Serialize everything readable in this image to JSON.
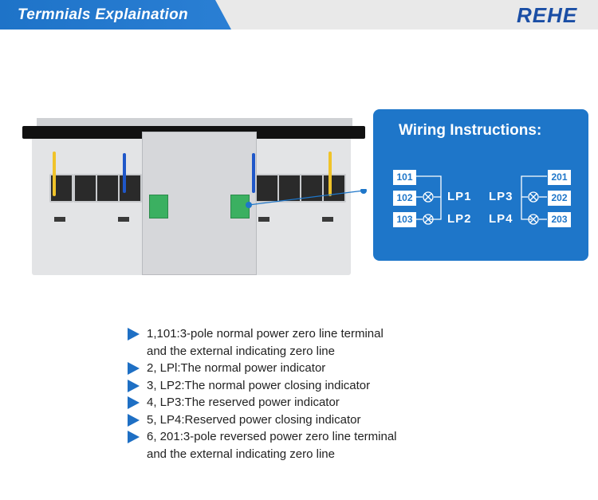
{
  "header": {
    "title": "Termnials Explaination",
    "logo": "REHE"
  },
  "wiring": {
    "title": "Wiring Instructions:",
    "left_terminals": [
      "101",
      "102",
      "103"
    ],
    "right_terminals": [
      "201",
      "202",
      "203"
    ],
    "lamps": [
      "LP1",
      "LP2",
      "LP3",
      "LP4"
    ]
  },
  "list": [
    {
      "line1": "1,101:3-pole normal power zero line terminal",
      "line2": "and the external indicating zero line"
    },
    {
      "line1": "2, LPl:The normal power indicator",
      "line2": ""
    },
    {
      "line1": "3, LP2:The normal power closing indicator",
      "line2": ""
    },
    {
      "line1": "4, LP3:The reserved power indicator",
      "line2": ""
    },
    {
      "line1": "5, LP4:Reserved power closing indicator",
      "line2": ""
    },
    {
      "line1": "6, 201:3-pole reversed power zero line terminal",
      "line2": "and the external indicating zero line"
    }
  ],
  "colors": {
    "brand_blue": "#1e76c9",
    "logo_blue": "#1a4ea5",
    "bullet_blue": "#1e6fc4"
  }
}
